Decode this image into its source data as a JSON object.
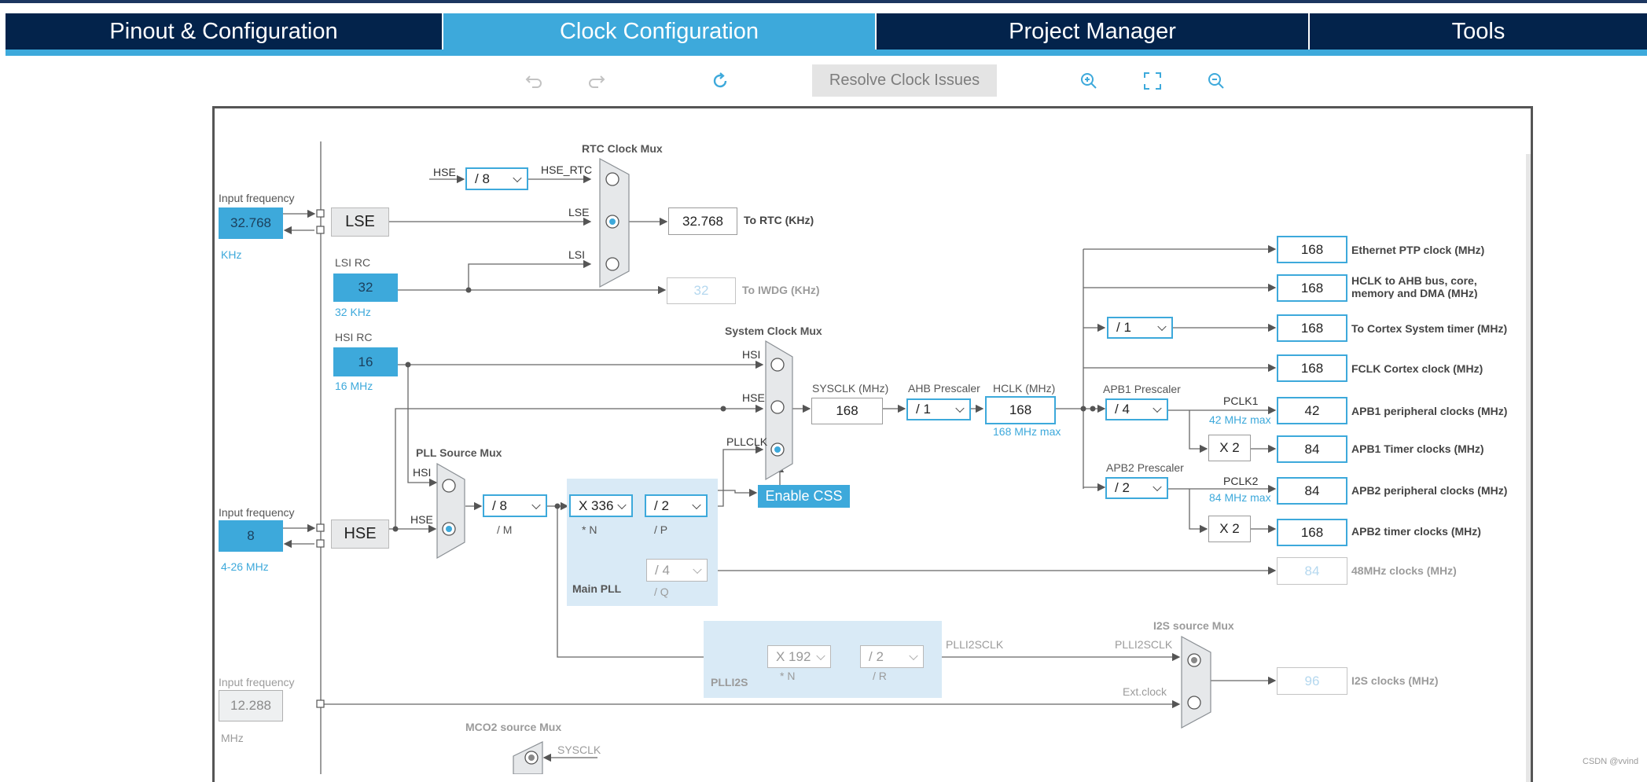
{
  "tabs": [
    {
      "label": "Pinout & Configuration",
      "active": false
    },
    {
      "label": "Clock Configuration",
      "active": true
    },
    {
      "label": "Project Manager",
      "active": false
    },
    {
      "label": "Tools",
      "active": false
    }
  ],
  "toolbar": {
    "undo_icon": "undo-icon",
    "redo_icon": "redo-icon",
    "refresh_icon": "refresh-icon",
    "resolve_label": "Resolve Clock Issues",
    "zoom_in_icon": "zoom-in-icon",
    "fit_icon": "fit-screen-icon",
    "zoom_out_icon": "zoom-out-icon"
  },
  "colors": {
    "accent": "#3da9db",
    "tabbar": "#03234b",
    "pll_bg": "#d9eaf6"
  },
  "diagram": {
    "lse": {
      "input_label": "Input frequency",
      "value": "32.768",
      "unit": "KHz",
      "block": "LSE"
    },
    "lsi": {
      "label": "LSI RC",
      "value": "32",
      "unit": "32 KHz"
    },
    "hsi": {
      "label": "HSI RC",
      "value": "16",
      "unit": "16 MHz"
    },
    "hse": {
      "input_label": "Input frequency",
      "value": "8",
      "unit": "4-26 MHz",
      "block": "HSE"
    },
    "ext": {
      "input_label": "Input frequency",
      "value": "12.288",
      "unit": "MHz"
    },
    "rtc_mux": {
      "title": "RTC Clock Mux",
      "hse": "HSE",
      "hse_div": "/ 8",
      "hse_rtc": "HSE_RTC",
      "lse": "LSE",
      "lsi": "LSI"
    },
    "rtc_out": {
      "value": "32.768",
      "label": "To RTC (KHz)"
    },
    "iwdg_out": {
      "value": "32",
      "label": "To IWDG (KHz)"
    },
    "sys_mux": {
      "title": "System Clock Mux",
      "hsi": "HSI",
      "hse": "HSE",
      "pllclk": "PLLCLK"
    },
    "pll_src_mux": {
      "title": "PLL Source Mux",
      "hsi": "HSI",
      "hse": "HSE"
    },
    "pll": {
      "m_div": "/ 8",
      "m_label": "/ M",
      "n_mul": "X 336",
      "n_label": "* N",
      "p_div": "/ 2",
      "p_label": "/ P",
      "q_div": "/ 4",
      "q_label": "/ Q",
      "title": "Main PLL"
    },
    "enable_css": "Enable CSS",
    "sysclk": {
      "label": "SYSCLK (MHz)",
      "value": "168"
    },
    "ahb": {
      "label": "AHB Prescaler",
      "value": "/ 1"
    },
    "hclk": {
      "label": "HCLK (MHz)",
      "value": "168",
      "max": "168 MHz max"
    },
    "apb1": {
      "label": "APB1 Prescaler",
      "value": "/ 4",
      "pclk": "PCLK1",
      "max": "42 MHz max",
      "x2": "X 2"
    },
    "apb2": {
      "label": "APB2 Prescaler",
      "value": "/ 2",
      "pclk": "PCLK2",
      "max": "84 MHz max",
      "x2": "X 2"
    },
    "cortex_div": "/ 1",
    "outputs": [
      {
        "value": "168",
        "label": "Ethernet PTP clock (MHz)"
      },
      {
        "value": "168",
        "label": "HCLK to AHB bus, core,",
        "label2": "memory and DMA (MHz)"
      },
      {
        "value": "168",
        "label": "To Cortex System timer (MHz)"
      },
      {
        "value": "168",
        "label": "FCLK Cortex clock (MHz)"
      },
      {
        "value": "42",
        "label": "APB1 peripheral clocks (MHz)"
      },
      {
        "value": "84",
        "label": "APB1 Timer clocks (MHz)"
      },
      {
        "value": "84",
        "label": "APB2 peripheral clocks (MHz)"
      },
      {
        "value": "168",
        "label": "APB2 timer clocks (MHz)"
      },
      {
        "value": "84",
        "label": "48MHz clocks (MHz)"
      }
    ],
    "plli2s": {
      "n_mul": "X 192",
      "n_label": "* N",
      "r_div": "/ 2",
      "r_label": "/ R",
      "title": "PLLI2S",
      "out": "PLLI2SCLK"
    },
    "i2s_mux": {
      "title": "I2S source Mux",
      "plli2sclk": "PLLI2SCLK",
      "ext": "Ext.clock"
    },
    "i2s_out": {
      "value": "96",
      "label": "I2S clocks (MHz)"
    },
    "mco2": {
      "title": "MCO2 source Mux",
      "sysclk": "SYSCLK"
    }
  },
  "watermark": "CSDN @vvind"
}
